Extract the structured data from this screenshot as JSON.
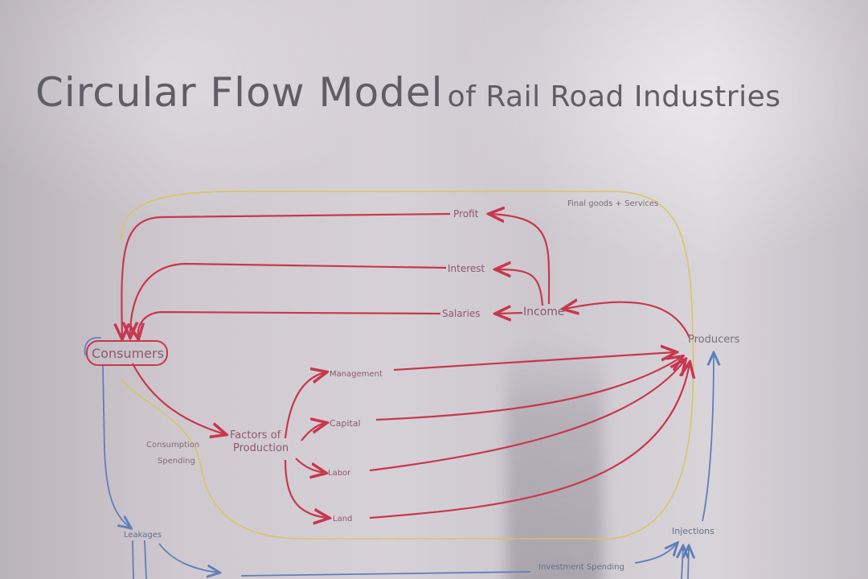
{
  "title_main": "Circular Flow Model",
  "title_rest": "of Rail Road Industries",
  "nodes": {
    "consumers": "Consumers",
    "producers": "Producers",
    "factors": "Factors of",
    "factors_line2": "Production",
    "income": "Income",
    "leakages": "Leakages",
    "injections": "Injections"
  },
  "flows": {
    "profit": "Profit",
    "interest": "Interest",
    "salaries": "Salaries",
    "final_goods": "Final goods + Services",
    "management": "Management",
    "capital": "Capital",
    "labor": "Labor",
    "land": "Land",
    "consumption": "Consumption",
    "consumption_line2": "Spending",
    "investment": "Investment Spending"
  },
  "colors": {
    "red_flow": "#c8374f",
    "yellow_flow": "#d9c35a",
    "blue_flow": "#5f7fb8",
    "ink": "#5f5d66"
  }
}
